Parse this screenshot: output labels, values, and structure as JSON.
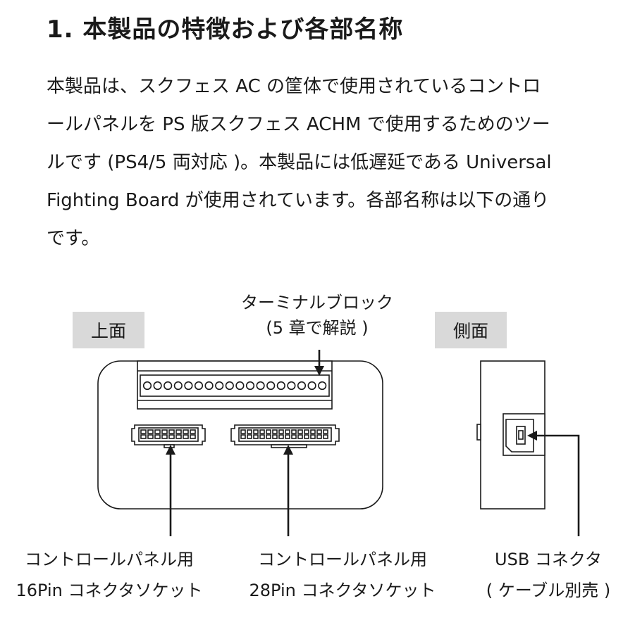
{
  "heading": "1. 本製品の特徴および各部名称",
  "paragraph_lines": [
    "本製品は、スクフェス AC の筐体で使用されているコントロ",
    "ールパネルを PS 版スクフェス ACHM で使用するためのツー",
    "ルです (PS4/5 両対応 )。本製品には低遅延である Universal",
    "Fighting Board が使用されています。各部名称は以下の通り",
    "です。"
  ],
  "diagram": {
    "top_view_label": "上面",
    "side_view_label": "側面",
    "terminal_block": {
      "line1": "ターミナルブロック",
      "line2": "(5 章で解説 )"
    },
    "connector_16pin": {
      "line1": "コントロールパネル用",
      "line2": "16Pin コネクタソケット"
    },
    "connector_28pin": {
      "line1": "コントロールパネル用",
      "line2": "28Pin コネクタソケット"
    },
    "usb_connector": {
      "line1": "USB コネクタ",
      "line2": "( ケーブル別売 )"
    }
  }
}
